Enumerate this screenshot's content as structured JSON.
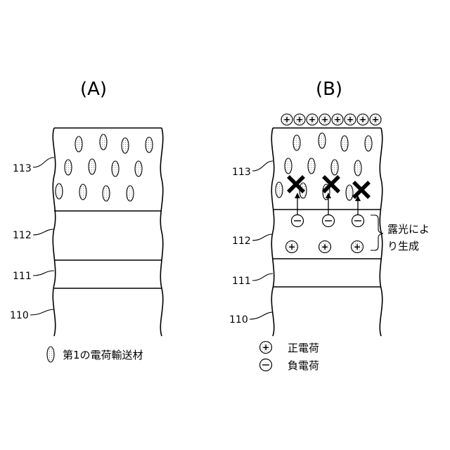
{
  "panels": {
    "a": {
      "label": "(A)"
    },
    "b": {
      "label": "(B)"
    }
  },
  "refs": {
    "a": {
      "r113": "113",
      "r112": "112",
      "r111": "111",
      "r110": "110"
    },
    "b": {
      "r113": "113",
      "r112": "112",
      "r111": "111",
      "r110": "110"
    }
  },
  "annotation": {
    "line1": "露光によ",
    "line2": "り生成"
  },
  "legend": {
    "transport_material": "第1の電荷輸送材",
    "positive_charge": "正電荷",
    "negative_charge": "負電荷",
    "plus_symbol": "+",
    "minus_symbol": "−"
  },
  "colors": {
    "stroke": "#000000",
    "dot_fill": "#9a9a9a",
    "background": "#ffffff"
  },
  "icons": {
    "transport": "dotted-ellipse-icon",
    "positive": "plus-circle-icon",
    "negative": "minus-circle-icon",
    "blocked": "x-mark-icon"
  }
}
